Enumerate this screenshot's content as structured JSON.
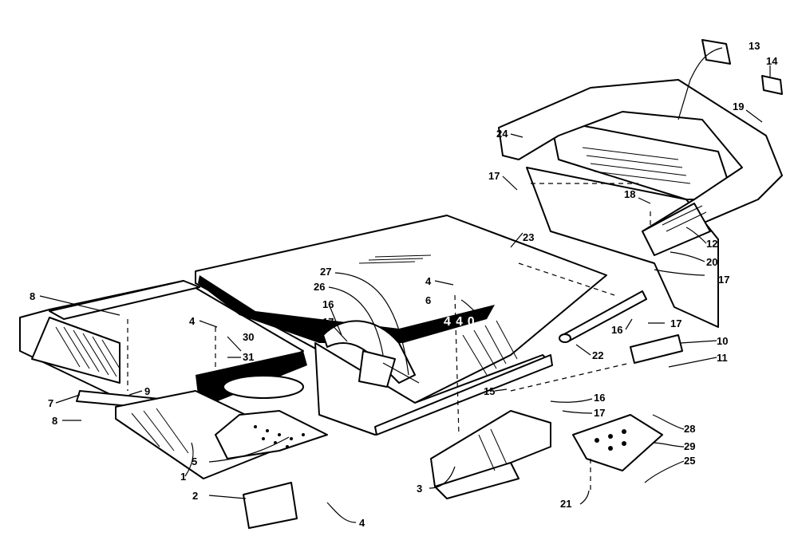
{
  "diagram": {
    "decal_text": "440",
    "callouts": [
      {
        "label": "1"
      },
      {
        "label": "2"
      },
      {
        "label": "3"
      },
      {
        "label": "4"
      },
      {
        "label": "4"
      },
      {
        "label": "4"
      },
      {
        "label": "5"
      },
      {
        "label": "6"
      },
      {
        "label": "7"
      },
      {
        "label": "8"
      },
      {
        "label": "8"
      },
      {
        "label": "9"
      },
      {
        "label": "10"
      },
      {
        "label": "11"
      },
      {
        "label": "12"
      },
      {
        "label": "13"
      },
      {
        "label": "14"
      },
      {
        "label": "15"
      },
      {
        "label": "16"
      },
      {
        "label": "16"
      },
      {
        "label": "16"
      },
      {
        "label": "17"
      },
      {
        "label": "17"
      },
      {
        "label": "17"
      },
      {
        "label": "17"
      },
      {
        "label": "17"
      },
      {
        "label": "18"
      },
      {
        "label": "19"
      },
      {
        "label": "20"
      },
      {
        "label": "21"
      },
      {
        "label": "22"
      },
      {
        "label": "23"
      },
      {
        "label": "24"
      },
      {
        "label": "25"
      },
      {
        "label": "26"
      },
      {
        "label": "27"
      },
      {
        "label": "28"
      },
      {
        "label": "29"
      },
      {
        "label": "30"
      },
      {
        "label": "31"
      }
    ]
  }
}
